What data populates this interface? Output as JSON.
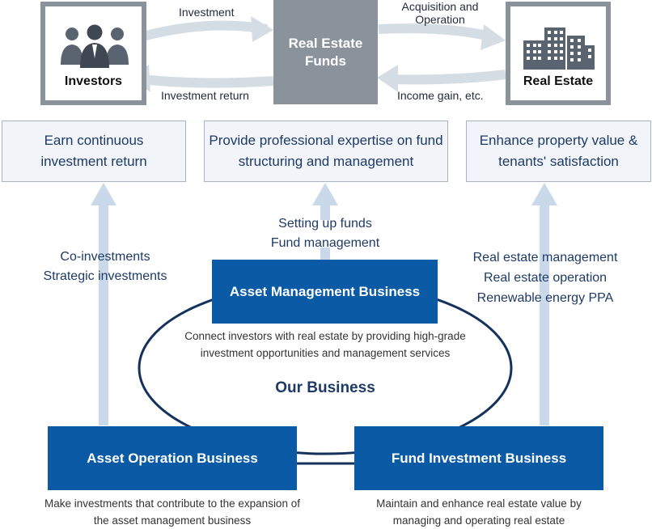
{
  "top_flow": {
    "investors": {
      "label": "Investors"
    },
    "funds": {
      "label": "Real Estate Funds"
    },
    "real_estate": {
      "label": "Real Estate"
    },
    "arrow_investment": "Investment",
    "arrow_investment_return": "Investment return",
    "arrow_acquisition": "Acquisition and Operation",
    "arrow_income": "Income gain, etc."
  },
  "outcomes": {
    "left": "Earn continuous investment return",
    "center": "Provide professional expertise on fund structuring and management",
    "right": "Enhance property value & tenants' satisfaction"
  },
  "side_labels": {
    "left": [
      "Co-investments",
      "Strategic investments"
    ],
    "center": [
      "Setting up funds",
      "Fund management"
    ],
    "right": [
      "Real estate management",
      "Real estate operation",
      "Renewable energy PPA"
    ]
  },
  "businesses": {
    "asset_management": {
      "title": "Asset Management Business",
      "description": "Connect investors with real estate by providing high-grade investment opportunities and management services"
    },
    "our_business": "Our Business",
    "asset_operation": {
      "title": "Asset Operation Business",
      "description": "Make investments that contribute to the expansion of the asset management business"
    },
    "fund_investment": {
      "title": "Fund Investment Business",
      "description": "Maintain and enhance real estate value by managing and operating real estate"
    }
  },
  "colors": {
    "navy": "#1e3a66",
    "business_blue": "#0b5aa6",
    "grey_box": "#8a939c",
    "light_arrow": "#c9d9ea",
    "grey_arrow": "#d5dde4"
  },
  "icons": {
    "investors": "people-group-icon",
    "real_estate": "buildings-icon"
  }
}
